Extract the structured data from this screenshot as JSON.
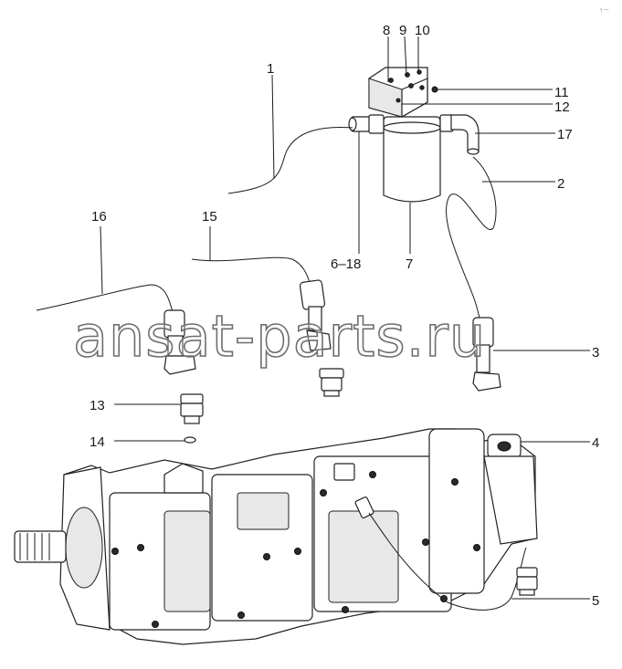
{
  "watermark": "ansat-parts.ru",
  "corner_mark": "┐—",
  "callouts": {
    "c1": "1",
    "c2": "2",
    "c3": "3",
    "c4": "4",
    "c5": "5",
    "c6_18": "6–18",
    "c7": "7",
    "c8": "8",
    "c9": "9",
    "c10": "10",
    "c11": "11",
    "c12": "12",
    "c13": "13",
    "c14": "14",
    "c15": "15",
    "c16": "16",
    "c17": "17"
  },
  "colors": {
    "line": "#1a1a1a",
    "background": "#ffffff",
    "watermark_stroke": "#6e6e6e"
  }
}
